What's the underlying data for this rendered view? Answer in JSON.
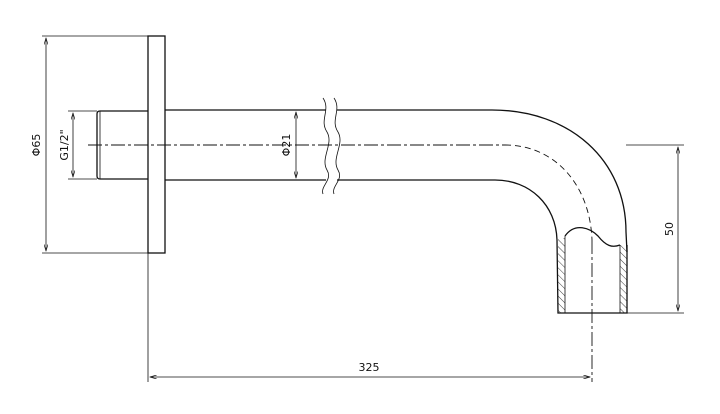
{
  "drawing": {
    "dimensions": {
      "flange_diameter": "Φ65",
      "thread": "G1/2\"",
      "pipe_diameter": "Φ21",
      "drop_height": "50",
      "projection_length": "325"
    }
  }
}
